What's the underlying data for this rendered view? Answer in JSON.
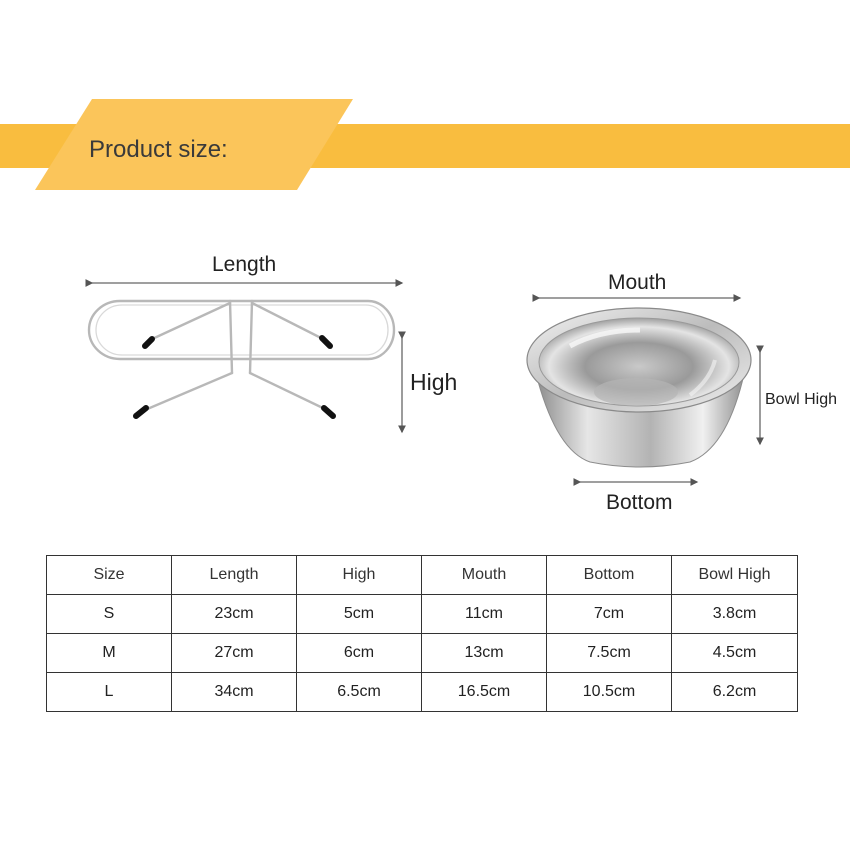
{
  "banner": {
    "title": "Product size:",
    "color": "#f9bd3f",
    "color_tab": "#fbc55a"
  },
  "diagram": {
    "stand": {
      "length_label": "Length",
      "high_label": "High"
    },
    "bowl": {
      "mouth_label": "Mouth",
      "bottom_label": "Bottom",
      "bowl_high_label": "Bowl High"
    }
  },
  "table": {
    "headers": [
      "Size",
      "Length",
      "High",
      "Mouth",
      "Bottom",
      "Bowl High"
    ],
    "rows": [
      [
        "S",
        "23cm",
        "5cm",
        "11cm",
        "7cm",
        "3.8cm"
      ],
      [
        "M",
        "27cm",
        "6cm",
        "13cm",
        "7.5cm",
        "4.5cm"
      ],
      [
        "L",
        "34cm",
        "6.5cm",
        "16.5cm",
        "10.5cm",
        "6.2cm"
      ]
    ]
  }
}
